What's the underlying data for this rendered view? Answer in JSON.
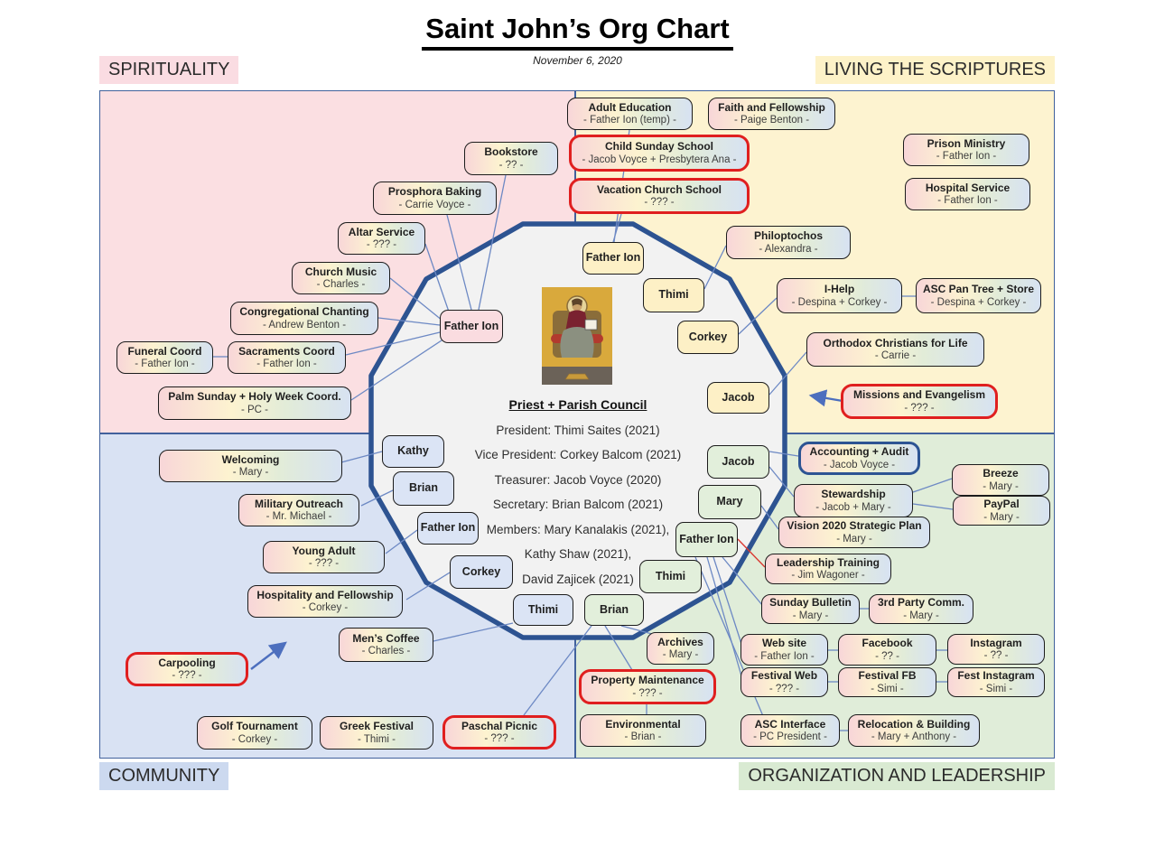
{
  "title": "Saint John’s Org Chart",
  "date": "November 6, 2020",
  "quadrants": {
    "spirituality": {
      "label": "SPIRITUALITY"
    },
    "living": {
      "label": "LIVING THE SCRIPTURES"
    },
    "community": {
      "label": "COMMUNITY"
    },
    "organization": {
      "label": "ORGANIZATION AND LEADERSHIP"
    }
  },
  "council": {
    "heading": "Priest + Parish Council",
    "lines": [
      "President: Thimi Saites (2021)",
      "Vice President: Corkey Balcom (2021)",
      "Treasurer: Jacob Voyce (2020)",
      "Secretary: Brian Balcom (2021)",
      "Members: Mary Kanalakis (2021),",
      "Kathy Shaw (2021),",
      "David Zajicek (2021)"
    ]
  },
  "icon": {
    "name": "christ-enthroned-icon"
  },
  "colors": {
    "quad_pink": "#fbdfe2",
    "quad_yellow": "#fdf3d0",
    "quad_blue": "#d9e2f3",
    "quad_green": "#e0edd9",
    "label_pink": "#fadce2",
    "label_yellow": "#fdf2c8",
    "label_blue": "#ccd9ef",
    "label_green": "#d9ead2",
    "polygon_fill": "#f2f2f2",
    "polygon_stroke": "#2d5391",
    "connector": "#6d89c4",
    "connector_red": "#d93a33",
    "accent_red": "#e01f1f",
    "accent_blue": "#2d5493"
  },
  "boxes": [
    {
      "id": "bookstore",
      "title": "Bookstore",
      "person": "- ?? -",
      "accent": "default"
    },
    {
      "id": "prosphora",
      "title": "Prosphora Baking",
      "person": "- Carrie Voyce -",
      "accent": "default"
    },
    {
      "id": "altar",
      "title": "Altar Service",
      "person": "- ??? -",
      "accent": "default"
    },
    {
      "id": "church-music",
      "title": "Church Music",
      "person": "- Charles -",
      "accent": "default"
    },
    {
      "id": "congregational-chanting",
      "title": "Congregational Chanting",
      "person": "- Andrew Benton -",
      "accent": "default"
    },
    {
      "id": "funeral-coord",
      "title": "Funeral Coord",
      "person": "- Father Ion -",
      "accent": "default"
    },
    {
      "id": "sacraments-coord",
      "title": "Sacraments Coord",
      "person": "- Father Ion -",
      "accent": "default"
    },
    {
      "id": "palm-sunday",
      "title": "Palm Sunday + Holy Week Coord.",
      "person": "- PC -",
      "accent": "default"
    },
    {
      "id": "adult-education",
      "title": "Adult Education",
      "person": "- Father Ion (temp) -",
      "accent": "default"
    },
    {
      "id": "faith-fellowship",
      "title": "Faith and Fellowship",
      "person": "- Paige Benton -",
      "accent": "default"
    },
    {
      "id": "child-sunday-school",
      "title": "Child Sunday School",
      "person": "- Jacob Voyce + Presbytera Ana -",
      "accent": "red"
    },
    {
      "id": "vacation-church-school",
      "title": "Vacation Church School",
      "person": "- ??? -",
      "accent": "red"
    },
    {
      "id": "prison-ministry",
      "title": "Prison Ministry",
      "person": "- Father Ion -",
      "accent": "default"
    },
    {
      "id": "hospital-service",
      "title": "Hospital Service",
      "person": "- Father Ion -",
      "accent": "default"
    },
    {
      "id": "philoptochos",
      "title": "Philoptochos",
      "person": "- Alexandra -",
      "accent": "default"
    },
    {
      "id": "i-help",
      "title": "I-Help",
      "person": "- Despina + Corkey -",
      "accent": "default"
    },
    {
      "id": "asc-pan-tree",
      "title": "ASC Pan Tree + Store",
      "person": "- Despina + Corkey -",
      "accent": "default"
    },
    {
      "id": "orthodox-christians-for-life",
      "title": "Orthodox Christians for Life",
      "person": "- Carrie -",
      "accent": "default"
    },
    {
      "id": "missions-evangelism",
      "title": "Missions and Evangelism",
      "person": "- ??? -",
      "accent": "red"
    },
    {
      "id": "welcoming",
      "title": "Welcoming",
      "person": "- Mary -",
      "accent": "default"
    },
    {
      "id": "military-outreach",
      "title": "Military Outreach",
      "person": "- Mr. Michael -",
      "accent": "default"
    },
    {
      "id": "young-adult",
      "title": "Young Adult",
      "person": "- ??? -",
      "accent": "default"
    },
    {
      "id": "hospitality-fellowship",
      "title": "Hospitality and Fellowship",
      "person": "- Corkey -",
      "accent": "default"
    },
    {
      "id": "mens-coffee",
      "title": "Men’s Coffee",
      "person": "- Charles -",
      "accent": "default"
    },
    {
      "id": "carpooling",
      "title": "Carpooling",
      "person": "- ??? -",
      "accent": "red"
    },
    {
      "id": "golf-tournament",
      "title": "Golf Tournament",
      "person": "- Corkey -",
      "accent": "default"
    },
    {
      "id": "greek-festival",
      "title": "Greek Festival",
      "person": "- Thimi -",
      "accent": "default"
    },
    {
      "id": "paschal-picnic",
      "title": "Paschal Picnic",
      "person": "- ??? -",
      "accent": "red"
    },
    {
      "id": "accounting-audit",
      "title": "Accounting + Audit",
      "person": "- Jacob Voyce -",
      "accent": "blue"
    },
    {
      "id": "breeze",
      "title": "Breeze",
      "person": "- Mary -",
      "accent": "default"
    },
    {
      "id": "stewardship",
      "title": "Stewardship",
      "person": "- Jacob + Mary -",
      "accent": "default"
    },
    {
      "id": "paypal",
      "title": "PayPal",
      "person": "- Mary -",
      "accent": "default"
    },
    {
      "id": "vision-2020",
      "title": "Vision 2020 Strategic Plan",
      "person": "- Mary -",
      "accent": "default"
    },
    {
      "id": "leadership-training",
      "title": "Leadership Training",
      "person": "- Jim Wagoner -",
      "accent": "default"
    },
    {
      "id": "sunday-bulletin",
      "title": "Sunday Bulletin",
      "person": "- Mary -",
      "accent": "default"
    },
    {
      "id": "third-party-comm",
      "title": "3rd Party Comm.",
      "person": "- Mary -",
      "accent": "default"
    },
    {
      "id": "archives",
      "title": "Archives",
      "person": "- Mary -",
      "accent": "default"
    },
    {
      "id": "web-site",
      "title": "Web site",
      "person": "- Father Ion -",
      "accent": "default"
    },
    {
      "id": "facebook",
      "title": "Facebook",
      "person": "- ?? -",
      "accent": "default"
    },
    {
      "id": "instagram",
      "title": "Instagram",
      "person": "- ?? -",
      "accent": "default"
    },
    {
      "id": "festival-web",
      "title": "Festival Web",
      "person": "- ??? -",
      "accent": "default"
    },
    {
      "id": "festival-fb",
      "title": "Festival FB",
      "person": "- Simi -",
      "accent": "default"
    },
    {
      "id": "fest-instagram",
      "title": "Fest Instagram",
      "person": "- Simi -",
      "accent": "default"
    },
    {
      "id": "property-maintenance",
      "title": "Property Maintenance",
      "person": "- ??? -",
      "accent": "red"
    },
    {
      "id": "environmental",
      "title": "Environmental",
      "person": "- Brian -",
      "accent": "default"
    },
    {
      "id": "asc-interface",
      "title": "ASC Interface",
      "person": "- PC President -",
      "accent": "default"
    },
    {
      "id": "relocation-building",
      "title": "Relocation & Building",
      "person": "- Mary + Anthony -",
      "accent": "default"
    }
  ],
  "members": [
    {
      "id": "father-ion-pink",
      "label": "Father Ion",
      "region": "pink"
    },
    {
      "id": "father-ion-top",
      "label": "Father Ion",
      "region": "yellow"
    },
    {
      "id": "thimi-yellow",
      "label": "Thimi",
      "region": "yellow"
    },
    {
      "id": "corkey-yellow",
      "label": "Corkey",
      "region": "yellow"
    },
    {
      "id": "jacob-yellow",
      "label": "Jacob",
      "region": "yellow"
    },
    {
      "id": "jacob-green",
      "label": "Jacob",
      "region": "green"
    },
    {
      "id": "mary-green",
      "label": "Mary",
      "region": "green"
    },
    {
      "id": "father-ion-green",
      "label": "Father Ion",
      "region": "green"
    },
    {
      "id": "thimi-green",
      "label": "Thimi",
      "region": "green"
    },
    {
      "id": "brian-green",
      "label": "Brian",
      "region": "green"
    },
    {
      "id": "thimi-blue",
      "label": "Thimi",
      "region": "blue"
    },
    {
      "id": "corkey-blue",
      "label": "Corkey",
      "region": "blue"
    },
    {
      "id": "father-ion-blue",
      "label": "Father Ion",
      "region": "blue"
    },
    {
      "id": "brian-blue",
      "label": "Brian",
      "region": "blue"
    },
    {
      "id": "kathy-blue",
      "label": "Kathy",
      "region": "blue"
    }
  ]
}
